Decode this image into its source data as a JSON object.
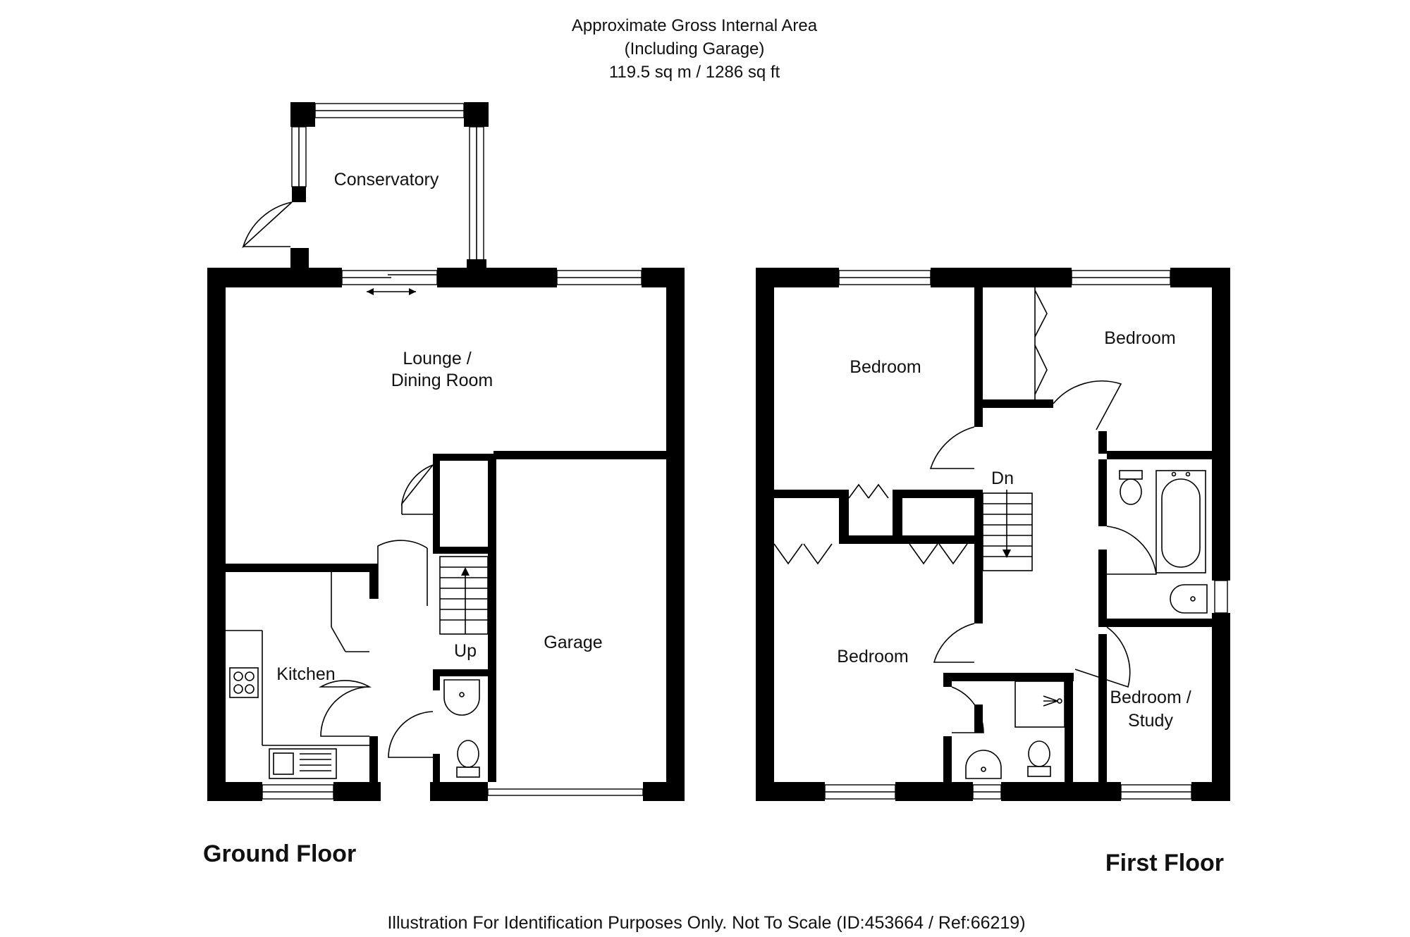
{
  "header": {
    "line1": "Approximate Gross Internal Area",
    "line2": "(Including Garage)",
    "line3": "119.5 sq m / 1286 sq ft"
  },
  "ground_floor": {
    "label": "Ground Floor",
    "rooms": {
      "conservatory": "Conservatory",
      "lounge_line1": "Lounge /",
      "lounge_line2": "Dining Room",
      "kitchen": "Kitchen",
      "garage": "Garage",
      "stairs_up": "Up"
    }
  },
  "first_floor": {
    "label": "First Floor",
    "rooms": {
      "bedroom_front_left": "Bedroom",
      "bedroom_front_right": "Bedroom",
      "bedroom_rear_left": "Bedroom",
      "study_line1": "Bedroom /",
      "study_line2": "Study",
      "stairs_down": "Dn"
    }
  },
  "footer": {
    "disclaimer": "Illustration For Identification Purposes Only. Not To Scale (ID:453664 / Ref:66219)"
  }
}
